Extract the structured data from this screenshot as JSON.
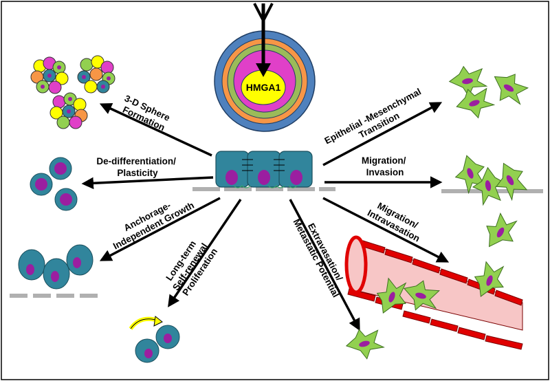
{
  "center_label": "HMGA1",
  "processes": {
    "sphere": [
      "3-D Sphere",
      "Formation"
    ],
    "dediff": [
      "De-differentiation/",
      "Plasticity"
    ],
    "anchorage": [
      "Anchorage-",
      "Independent Growth"
    ],
    "selfrenewal": [
      "Long-term",
      "Self-renewal",
      "Proliferation"
    ],
    "extravasation": [
      "Extravasation/",
      "Metastatic Potential"
    ],
    "intravasation": [
      "Migration/",
      "Intravasation"
    ],
    "invasion": [
      "Migration/",
      "Invasion"
    ],
    "emt": [
      "Epithelial -Mesenchymal",
      "Transition"
    ]
  },
  "colors": {
    "outer_ring": "#4f81bd",
    "ring2": "#f79646",
    "ring3": "#9bbb59",
    "ring4": "#e040c8",
    "core": "#ffff00",
    "epithelial_cell": "#31859c",
    "nucleus": "#9b1ea0",
    "mesenchymal_cell": "#92d050",
    "vessel_wall": "#e00000",
    "vessel_lumen": "#f7c6c6",
    "membrane": "#b0b0b0"
  }
}
